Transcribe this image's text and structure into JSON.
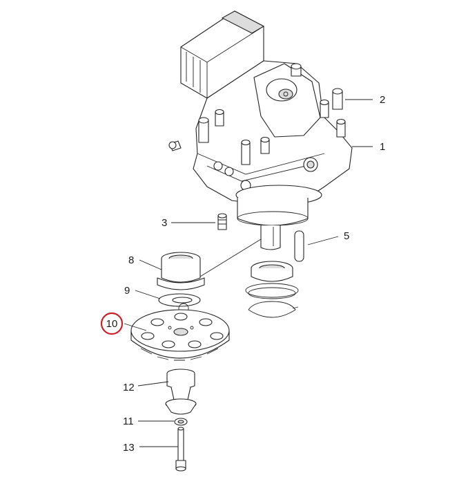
{
  "callouts": {
    "c1": "1",
    "c2": "2",
    "c3": "3",
    "c5": "5",
    "c8": "8",
    "c9": "9",
    "c10": "10",
    "c11": "11",
    "c12": "12",
    "c13": "13"
  },
  "highlight": {
    "part": "10",
    "color": "#cc1f2a"
  }
}
